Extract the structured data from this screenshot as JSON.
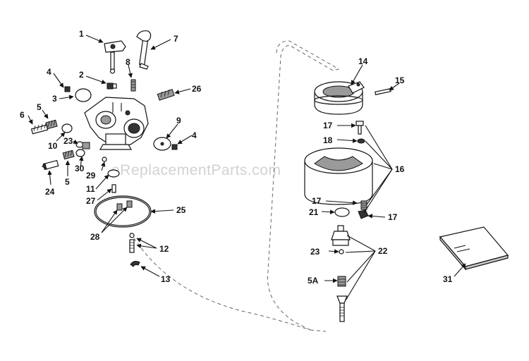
{
  "watermark": "eReplacementParts.com",
  "callouts": {
    "c1": "1",
    "c2": "2",
    "c3": "3",
    "c4a": "4",
    "c4b": "4",
    "c5a": "5",
    "c5b": "5",
    "c5A": "5A",
    "c6": "6",
    "c7": "7",
    "c8": "8",
    "c9": "9",
    "c10": "10",
    "c11": "11",
    "c12": "12",
    "c13": "13",
    "c14": "14",
    "c15": "15",
    "c16": "16",
    "c17a": "17",
    "c17b": "17",
    "c17c": "17",
    "c18": "18",
    "c21": "21",
    "c22": "22",
    "c23a": "23",
    "c23b": "23",
    "c24": "24",
    "c25": "25",
    "c26": "26",
    "c27": "27",
    "c28": "28",
    "c29": "29",
    "c30": "30",
    "c31": "31"
  }
}
